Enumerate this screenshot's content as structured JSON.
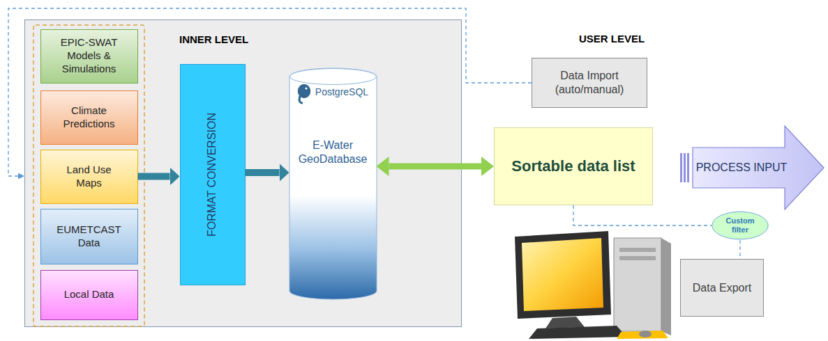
{
  "diagram": {
    "nodes": [
      {
        "text": [
          "INNER LEVEL"
        ]
      },
      {
        "text": [
          "EPIC-SWAT Models & Simulations"
        ],
        "in": 0
      },
      {
        "text": [
          "Climate Predictions"
        ],
        "in": 0
      },
      {
        "text": [
          "Land Use Maps"
        ],
        "in": 0
      },
      {
        "text": [
          "EUMETCAST Data"
        ],
        "in": 0
      },
      {
        "text": [
          "Local Data"
        ],
        "in": 0
      },
      {
        "text": [
          "FORMAT CONVERSION"
        ],
        "in": 0
      },
      {
        "text": [
          "PostgreSQL",
          "E-Water GeoDatabase"
        ],
        "in": 0
      },
      {
        "text": [
          "Data Import (auto/manual)"
        ]
      },
      {
        "text": [
          "Sortable data list"
        ]
      },
      {
        "text": [
          "PROCESS INPUT"
        ]
      },
      {
        "text": [
          "Custom filter"
        ]
      },
      {
        "text": [
          "Data Export"
        ]
      }
    ],
    "edges": [
      {
        "from": 8,
        "to": 0,
        "arrow": "to"
      },
      {
        "from": 3,
        "to": 6,
        "arrow": "to"
      },
      {
        "from": 6,
        "to": 7,
        "arrow": "to"
      },
      {
        "from": 7,
        "to": 9,
        "arrow": "both"
      },
      {
        "from": 9,
        "to": 11,
        "arrow": "none"
      },
      {
        "from": 11,
        "to": 12,
        "arrow": "none"
      }
    ],
    "labels": [
      "USER LEVEL"
    ]
  }
}
